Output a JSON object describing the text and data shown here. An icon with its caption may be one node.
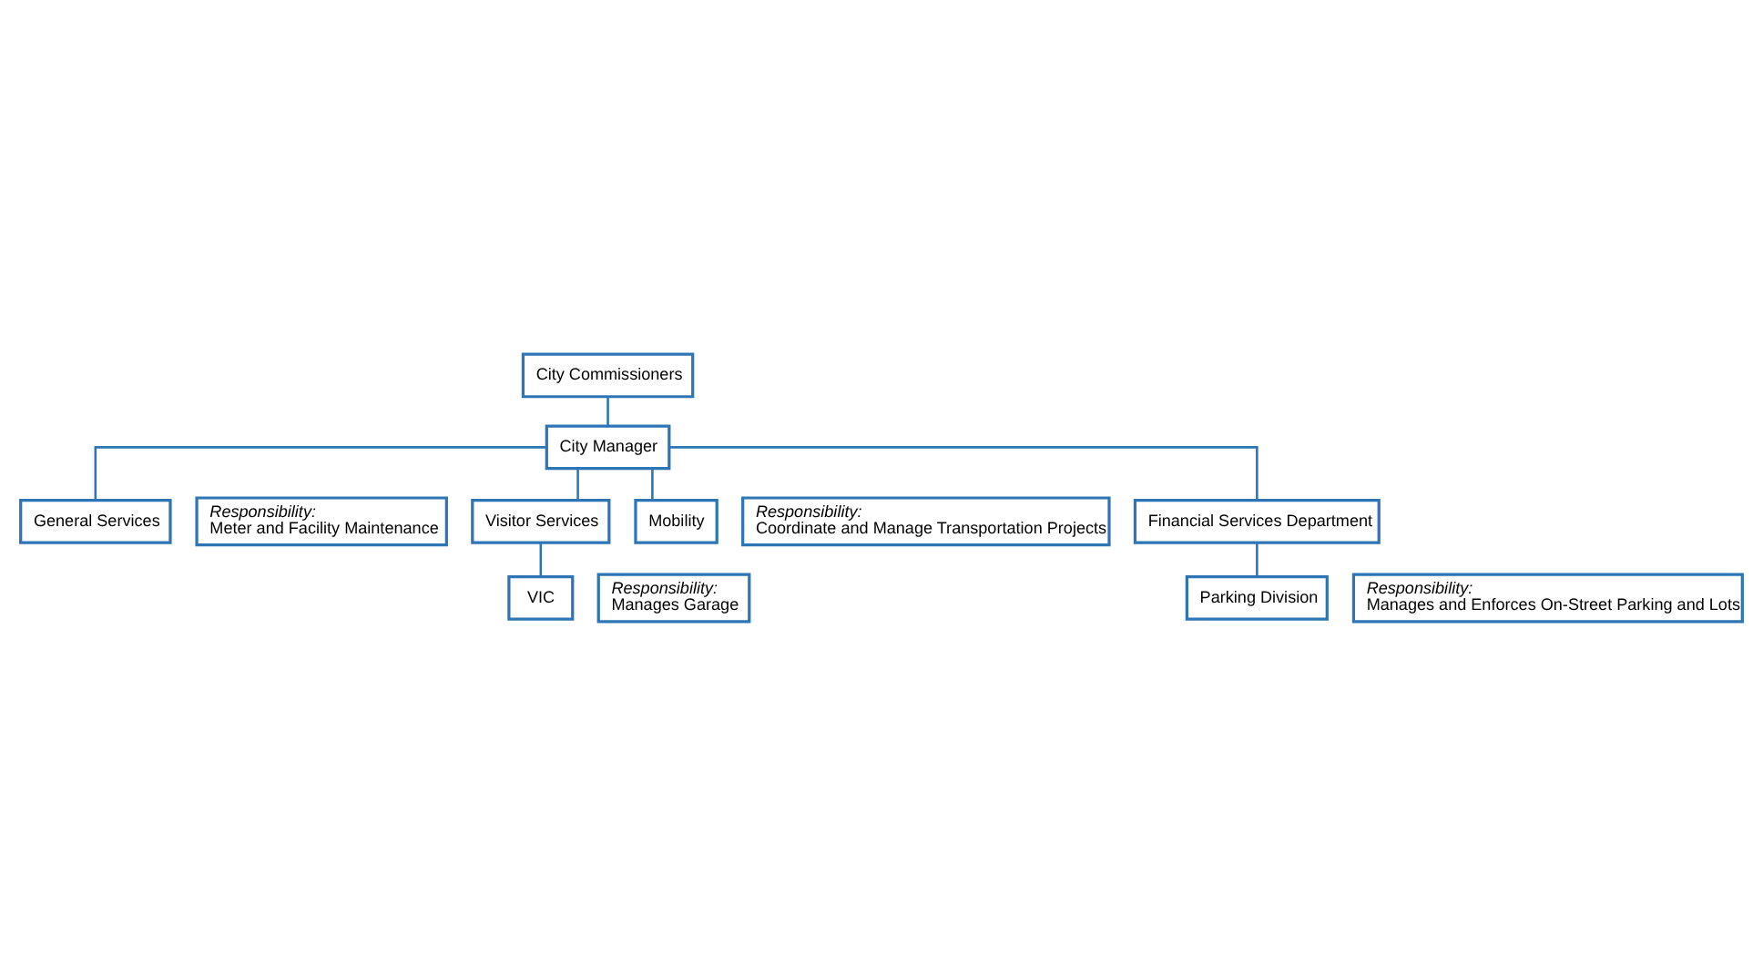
{
  "diagram": {
    "nodes": [
      {
        "text": [
          "City Commissioners"
        ]
      },
      {
        "text": [
          "City Manager"
        ]
      },
      {
        "text": [
          "General Services"
        ]
      },
      {
        "text": [
          "Responsibility:",
          "Meter and Facility Maintenance"
        ]
      },
      {
        "text": [
          "Visitor Services"
        ]
      },
      {
        "text": [
          "VIC"
        ]
      },
      {
        "text": [
          "Responsibility:",
          "Manages Garage"
        ]
      },
      {
        "text": [
          "Mobility"
        ]
      },
      {
        "text": [
          "Responsibility:",
          "Coordinate and Manage Transportation Projects"
        ]
      },
      {
        "text": [
          "Financial Services Department"
        ]
      },
      {
        "text": [
          "Parking Division"
        ]
      },
      {
        "text": [
          "Responsibility:",
          "Manages and Enforces On-Street Parking and Lots"
        ]
      }
    ],
    "edges": [
      {
        "from": 0,
        "to": 1,
        "arrow": "none"
      },
      {
        "from": 1,
        "to": 2,
        "arrow": "none"
      },
      {
        "from": 1,
        "to": 4,
        "arrow": "none"
      },
      {
        "from": 1,
        "to": 7,
        "arrow": "none"
      },
      {
        "from": 1,
        "to": 9,
        "arrow": "none"
      },
      {
        "from": 4,
        "to": 5,
        "arrow": "none"
      },
      {
        "from": 9,
        "to": 10,
        "arrow": "none"
      }
    ]
  }
}
